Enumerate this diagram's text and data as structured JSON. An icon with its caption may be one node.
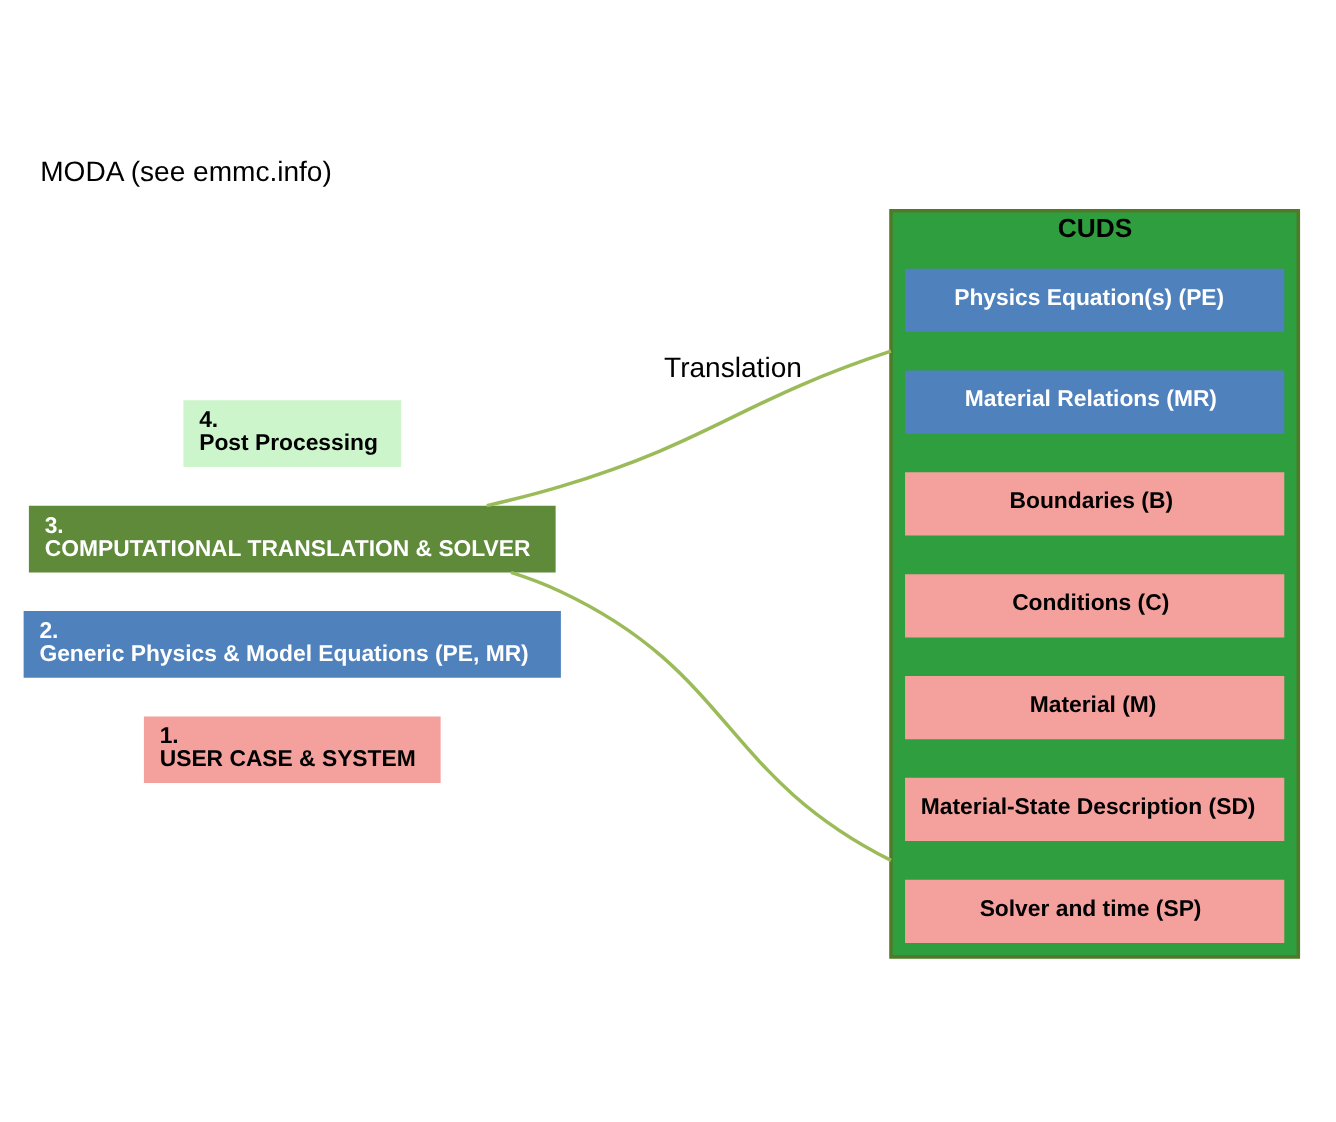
{
  "diagram": {
    "title": "MODA (see emmc.info)",
    "nodes": [
      {
        "text": [
          "1.",
          "USER CASE & SYSTEM"
        ]
      },
      {
        "text": [
          "2.",
          "Generic Physics & Model Equations (PE, MR)"
        ]
      },
      {
        "text": [
          "3.",
          "COMPUTATIONAL TRANSLATION & SOLVER"
        ]
      },
      {
        "text": [
          "4.",
          "Post Processing"
        ]
      },
      {
        "text": [
          "CUDS"
        ]
      },
      {
        "text": [
          "Physics Equation(s) (PE)"
        ],
        "in": 4
      },
      {
        "text": [
          "Material Relations (MR)"
        ],
        "in": 4
      },
      {
        "text": [
          "Boundaries (B)"
        ],
        "in": 4
      },
      {
        "text": [
          "Conditions (C)"
        ],
        "in": 4
      },
      {
        "text": [
          "Material (M)"
        ],
        "in": 4
      },
      {
        "text": [
          "Material-State Description (SD)"
        ],
        "in": 4
      },
      {
        "text": [
          "Solver and time (SP)"
        ],
        "in": 4
      }
    ],
    "edges": [
      {
        "from": 2,
        "to": 4,
        "arrow": "none",
        "label": "Translation"
      },
      {
        "from": 2,
        "to": 4,
        "arrow": "none"
      }
    ]
  }
}
